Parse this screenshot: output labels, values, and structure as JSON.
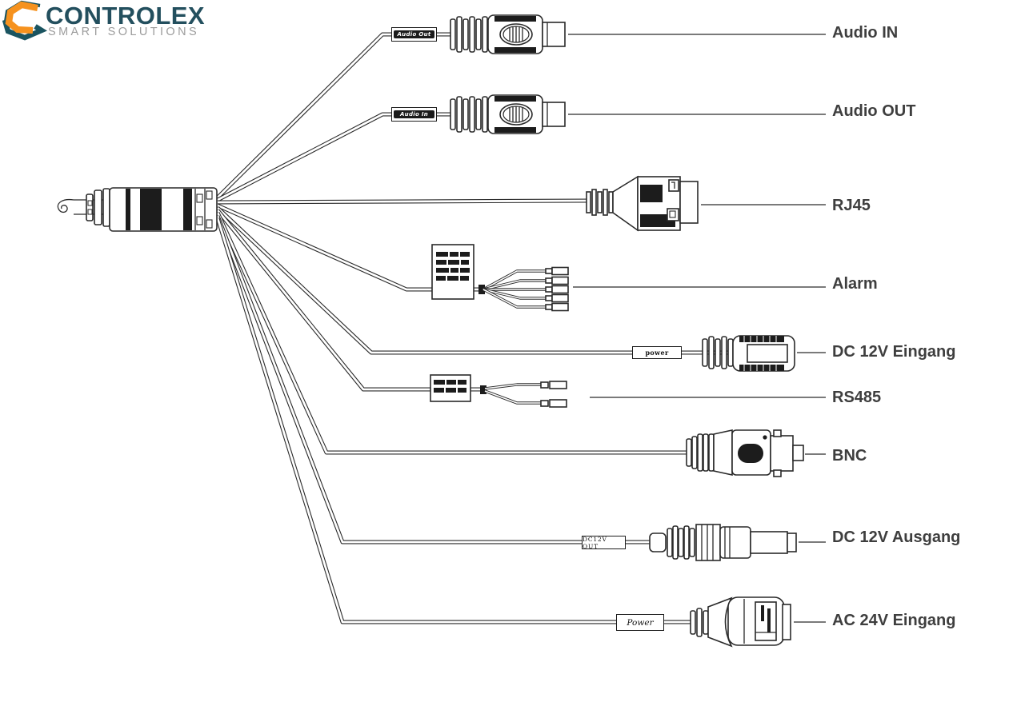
{
  "logo": {
    "brand": "CONTROLEX",
    "tagline": "SMART SOLUTIONS",
    "brand_color": "#234f5e",
    "tagline_color": "#9c9c9c",
    "mark_orange": "#f6921e",
    "mark_teal": "#1a5460"
  },
  "diagram": {
    "line_color": "#2a2a2a",
    "label_color": "#3e3e3e",
    "connectors": [
      {
        "id": "audio-in",
        "label": "Audio IN",
        "cable_tag": "Audio Out",
        "connector_type": "rca-jack"
      },
      {
        "id": "audio-out",
        "label": "Audio OUT",
        "cable_tag": "Audio In",
        "connector_type": "rca-jack"
      },
      {
        "id": "rj45",
        "label": "RJ45",
        "cable_tag": "",
        "connector_type": "rj45-plug"
      },
      {
        "id": "alarm",
        "label": "Alarm",
        "cable_tag": "",
        "connector_type": "terminal-fan-5"
      },
      {
        "id": "dc-12v-eingang",
        "label": "DC 12V Eingang",
        "cable_tag": "power",
        "connector_type": "dc-barrel-female"
      },
      {
        "id": "rs485",
        "label": "RS485",
        "cable_tag": "",
        "connector_type": "terminal-fan-2"
      },
      {
        "id": "bnc",
        "label": "BNC",
        "cable_tag": "",
        "connector_type": "bnc-plug"
      },
      {
        "id": "dc-12v-ausgang",
        "label": "DC 12V Ausgang",
        "cable_tag": "DC12V OUT",
        "connector_type": "dc-barrel-male"
      },
      {
        "id": "ac-24v-eingang",
        "label": "AC 24V Eingang",
        "cable_tag": "Power",
        "connector_type": "ac-power-plug"
      }
    ]
  }
}
